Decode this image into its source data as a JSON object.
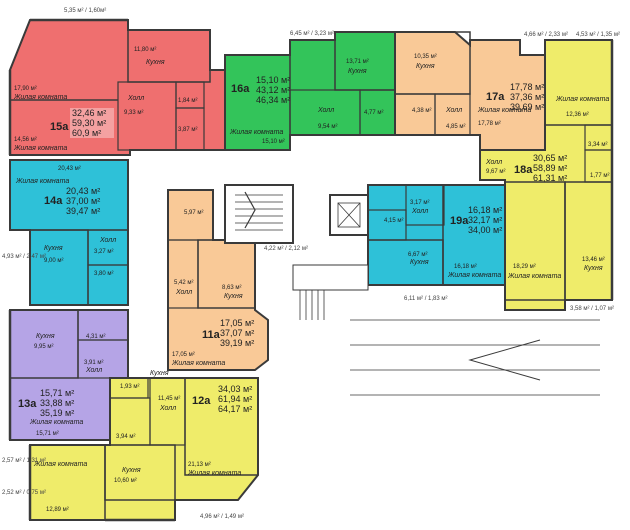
{
  "colors": {
    "wall": "#3a3a3a",
    "apt_red": "#ef6f6f",
    "apt_green": "#33c45a",
    "apt_orange": "#f9c997",
    "apt_yellow": "#efec6a",
    "apt_blue": "#2ec1d8",
    "apt_purple": "#b5a4e6",
    "stair": "#ffffff"
  },
  "icons": [
    "stair-icon",
    "elevator-icon",
    "bathtub-icon",
    "sink-icon",
    "toilet-icon"
  ],
  "balconies": {
    "top_left": "5,35 м² / 1,60м²",
    "top_mid": "6,45 м² / 3,23 м²",
    "top_r1": "4,66 м² / 2,33 м²",
    "top_r2": "4,53 м² / 1,35 м²",
    "left_mid": "4,93 м² / 2,47 м²",
    "mid_center": "4,22 м² / 2,12 м²",
    "mid_low": "6,11 м² / 1,83 м²",
    "right_low": "3,58 м² / 1,07 м²",
    "bot_left1": "2,57 м² / 1,31 м²",
    "bot_left2": "2,52 м² / 0,75 м²",
    "bot_mid": "4,96 м² / 1,49 м²"
  },
  "apartments": {
    "a15": {
      "code": "15а",
      "area1": "59,30 м²",
      "area2": "60,9 м²",
      "living": "32,46 м²",
      "rooms": [
        "11,80 м²",
        "Кухня",
        "Холл",
        "9,33 м²",
        "1,84 м²",
        "3,87 м²",
        "17,90 м²",
        "Жилая комната",
        "14,56 м²",
        "Жилая комната"
      ]
    },
    "a16": {
      "code": "16а",
      "living": "15,10 м²",
      "area1": "43,12 м²",
      "area2": "46,34 м²",
      "rooms": [
        "13,71 м²",
        "Кухня",
        "Холл",
        "9,54 м²",
        "4,77 м²",
        "Жилая комната",
        "15,10 м²"
      ]
    },
    "a17": {
      "code": "17а",
      "living": "17,78 м²",
      "area1": "37,36 м²",
      "area2": "39,69 м²",
      "rooms": [
        "10,35 м²",
        "Кухня",
        "4,38 м²",
        "Холл",
        "4,85 м²",
        "Жилая комната",
        "17,78 м²"
      ]
    },
    "a18": {
      "code": "18а",
      "living": "30,65 м²",
      "area1": "58,89 м²",
      "area2": "61,31 м²",
      "rooms": [
        "Жилая комната",
        "12,36 м²",
        "3,34 м²",
        "1,77 м²",
        "Холл",
        "9,67 м²",
        "18,29 м²",
        "Жилая комната",
        "13,46 м²",
        "Кухня"
      ]
    },
    "a19": {
      "code": "19а",
      "living": "16,18 м²",
      "area1": "32,17 м²",
      "area2": "34,00 м²",
      "rooms": [
        "3,17 м²",
        "Холл",
        "4,15 м²",
        "6,67 м²",
        "Кухня",
        "16,18 м²",
        "Жилая комната"
      ]
    },
    "a14": {
      "code": "14а",
      "living": "20,43 м²",
      "area1": "37,00 м²",
      "area2": "39,47 м²",
      "rooms": [
        "20,43 м²",
        "Жилая комната",
        "Кухня",
        "9,00 м²",
        "Холл",
        "3,27 м²",
        "3,80 м²"
      ]
    },
    "a11": {
      "code": "11а",
      "living": "17,05 м²",
      "area1": "37,07 м²",
      "area2": "39,19 м²",
      "rooms": [
        "5,97 м²",
        "5,42 м²",
        "Холл",
        "8,63 м²",
        "Кухня",
        "17,05 м²",
        "Жилая комната"
      ]
    },
    "a13": {
      "code": "13а",
      "living": "15,71 м²",
      "area1": "33,88 м²",
      "area2": "35,19 м²",
      "rooms": [
        "Кухня",
        "4,31 м²",
        "9,95 м²",
        "3,91 м²",
        "Холл",
        "Жилая комната",
        "15,71 м²"
      ]
    },
    "a12": {
      "code": "12а",
      "living": "34,03 м²",
      "area1": "61,94 м²",
      "area2": "64,17 м²",
      "rooms": [
        "1,93 м²",
        "Кухня",
        "11,45 м²",
        "Холл",
        "3,94 м²",
        "21,13 м²",
        "Жилая комната",
        "Жилая комната",
        "Кухня",
        "10,60 м²",
        "12,89 м²"
      ]
    }
  }
}
